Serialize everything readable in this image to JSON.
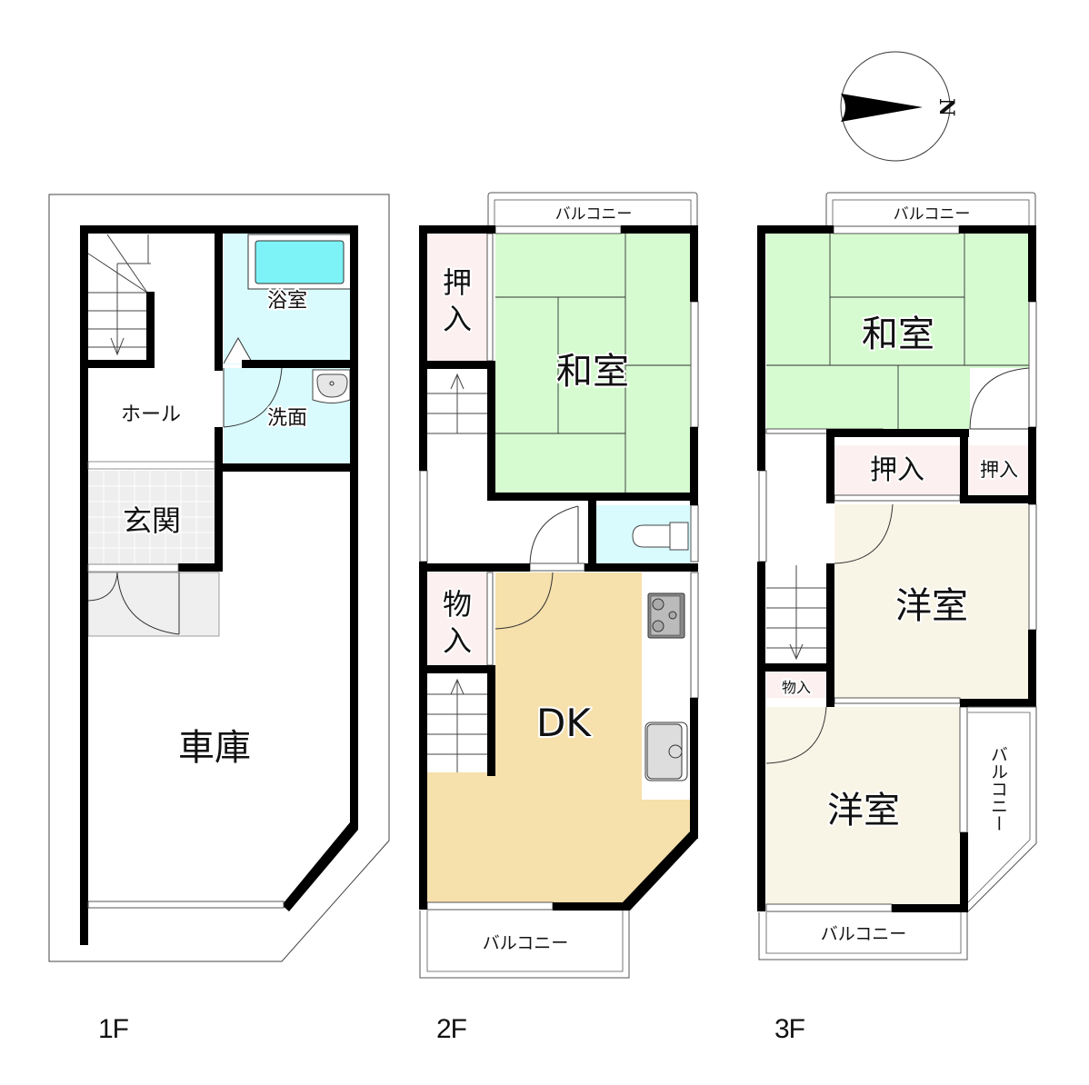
{
  "compass": {
    "label": "N",
    "icon": "north-arrow-icon"
  },
  "colors": {
    "wall": "#000000",
    "washitsu": "#d6fbd0",
    "bath": "#d9fbfd",
    "bathtub": "#7df3f7",
    "closet": "#fcf0f0",
    "dk": "#f6e0ab",
    "youshitsu": "#f9f5e6",
    "entrance_tile": "#eeeeee"
  },
  "floors": [
    {
      "label": "1F",
      "rooms": {
        "hall": "ホール",
        "bath": "浴室",
        "washroom": "洗面",
        "entrance": "玄関",
        "garage": "車庫"
      }
    },
    {
      "label": "2F",
      "rooms": {
        "balcony_top": "バルコニー",
        "closet": "押入",
        "washitsu": "和室",
        "storage": "物入",
        "dk": "DK",
        "balcony_bottom": "バルコニー"
      }
    },
    {
      "label": "3F",
      "rooms": {
        "balcony_top": "バルコニー",
        "washitsu": "和室",
        "closet_large": "押入",
        "closet_small": "押入",
        "youshitsu_1": "洋室",
        "storage": "物入",
        "youshitsu_2": "洋室",
        "balcony_side": "バルコニー",
        "balcony_bottom": "バルコニー"
      }
    }
  ]
}
